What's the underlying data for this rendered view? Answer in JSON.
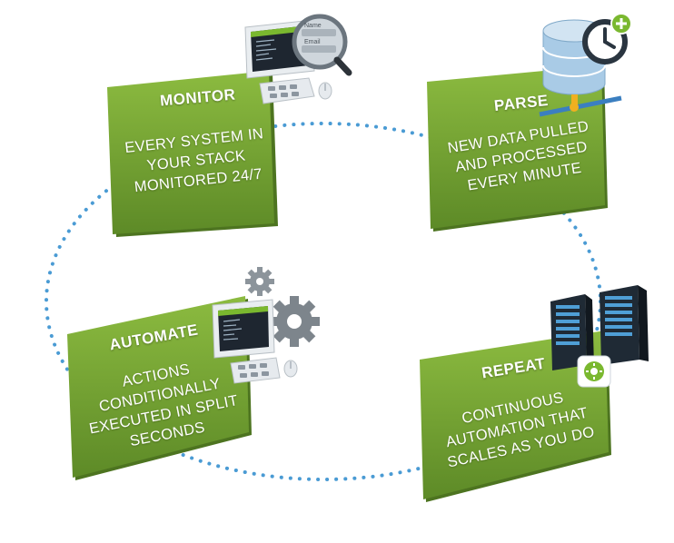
{
  "colors": {
    "card_top": "#86b53c",
    "card_bottom": "#5f8a28",
    "card_edge": "#4d7420",
    "dots": "#4a9bd4",
    "text": "#ffffff"
  },
  "cycle": {
    "cards": [
      {
        "id": "monitor",
        "title": "MONITOR",
        "lines": [
          "EVERY SYSTEM IN",
          "YOUR STACK",
          "MONITORED 24/7"
        ],
        "icon": "monitor-magnifier-icon"
      },
      {
        "id": "parse",
        "title": "PARSE",
        "lines": [
          "NEW DATA PULLED",
          "AND PROCESSED",
          "EVERY MINUTE"
        ],
        "icon": "database-clock-icon"
      },
      {
        "id": "automate",
        "title": "AUTOMATE",
        "lines": [
          "ACTIONS",
          "CONDITIONALLY",
          "EXECUTED IN SPLIT",
          "SECONDS"
        ],
        "icon": "computer-gears-icon"
      },
      {
        "id": "repeat",
        "title": "REPEAT",
        "lines": [
          "CONTINUOUS",
          "AUTOMATION THAT",
          "SCALES AS YOU DO"
        ],
        "icon": "server-rack-icon"
      }
    ]
  },
  "monitor_icon": {
    "name_label": "Name",
    "email_label": "Email"
  }
}
